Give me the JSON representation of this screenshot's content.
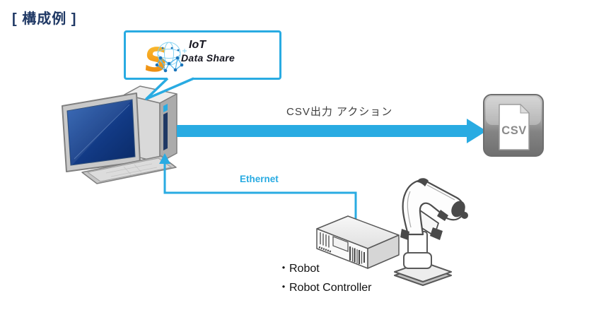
{
  "title": "[ 構成例 ]",
  "logo": {
    "s": "S",
    "product_line1": "IoT",
    "product_line2": "Data Share"
  },
  "labels": {
    "csv_action": "CSV出力 アクション",
    "ethernet": "Ethernet"
  },
  "csv_icon": {
    "text": "CSV"
  },
  "legend": {
    "items": [
      "・Robot",
      "・Robot Controller"
    ]
  },
  "icons": {
    "logo_mark": "orange-s-with-network-globe",
    "csv_file": "gray-button-document-folded-corner",
    "flow_arrow": "thick-right-arrow",
    "ethernet_link": "elbow-line-with-up-arrow"
  },
  "colors": {
    "accent_cyan": "#29ABE2",
    "title_navy": "#1F3864",
    "screen_blue_top": "#2F63B4",
    "screen_blue_bottom": "#0A2A66",
    "logo_orange_top": "#F9C235",
    "logo_orange_bottom": "#E8830D",
    "label_gray": "#3F3F3F"
  }
}
